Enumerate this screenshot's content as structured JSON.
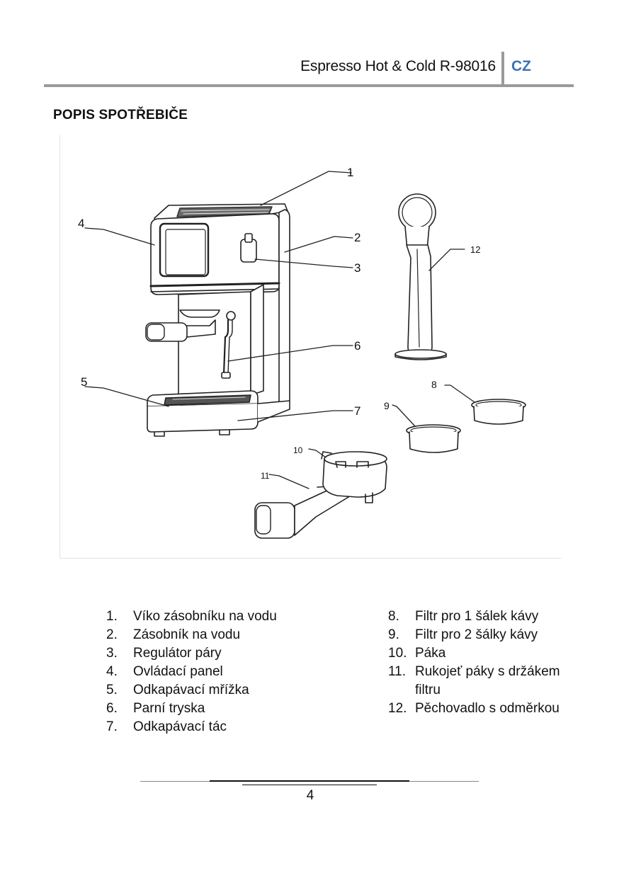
{
  "header": {
    "title": "Espresso Hot & Cold R-98016",
    "lang": "CZ"
  },
  "section_title": "POPIS SPOTŘEBIČE",
  "figure": {
    "callouts": [
      "1",
      "2",
      "3",
      "4",
      "5",
      "6",
      "7",
      "8",
      "9",
      "10",
      "11",
      "12"
    ]
  },
  "parts_left": [
    {
      "num": "1.",
      "label": "Víko zásobníku na vodu"
    },
    {
      "num": "2.",
      "label": "Zásobník na vodu"
    },
    {
      "num": "3.",
      "label": "Regulátor páry"
    },
    {
      "num": "4.",
      "label": "Ovládací panel"
    },
    {
      "num": "5.",
      "label": "Odkapávací mřížka"
    },
    {
      "num": "6.",
      "label": "Parní tryska"
    },
    {
      "num": "7.",
      "label": "Odkapávací tác"
    }
  ],
  "parts_right": [
    {
      "num": "8.",
      "label": "Filtr pro 1 šálek kávy"
    },
    {
      "num": "9.",
      "label": "Filtr pro 2 šálky kávy"
    },
    {
      "num": "10.",
      "label": "Páka"
    },
    {
      "num": "11.",
      "label": "Rukojeť páky s držákem filtru"
    },
    {
      "num": "12.",
      "label": "Pěchovadlo s odměrkou"
    }
  ],
  "footer": {
    "page_number": "4"
  }
}
